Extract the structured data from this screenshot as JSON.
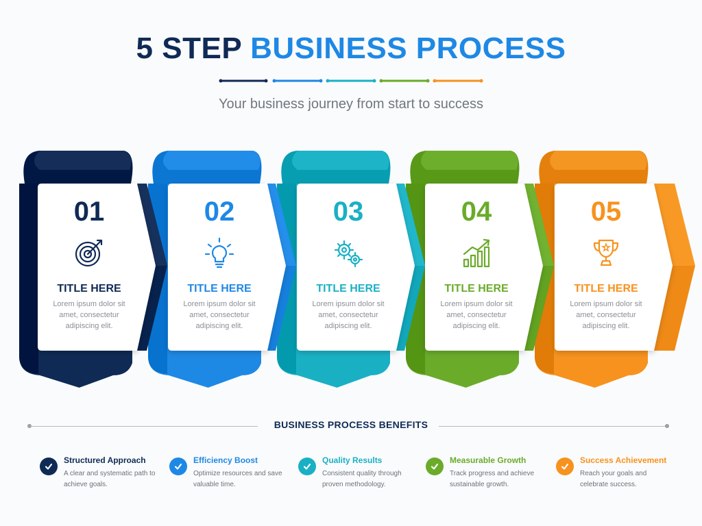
{
  "header": {
    "title_part1": "5 STEP",
    "title_part2": "BUSINESS PROCESS",
    "subtitle": "Your business journey from start to success"
  },
  "colors": {
    "navy": "#0f2a55",
    "blue": "#1e88e5",
    "teal": "#1ab0c4",
    "green": "#6aab2a",
    "orange": "#f7921e"
  },
  "steps": [
    {
      "number": "01",
      "title": "TITLE HERE",
      "text": "Lorem ipsum dolor sit amet, consectetur adipiscing elit.",
      "icon": "target-icon",
      "color": "#0f2a55"
    },
    {
      "number": "02",
      "title": "TITLE HERE",
      "text": "Lorem ipsum dolor sit amet, consectetur adipiscing elit.",
      "icon": "lightbulb-icon",
      "color": "#1e88e5"
    },
    {
      "number": "03",
      "title": "TITLE HERE",
      "text": "Lorem ipsum dolor sit amet, consectetur adipiscing elit.",
      "icon": "gears-icon",
      "color": "#1ab0c4"
    },
    {
      "number": "04",
      "title": "TITLE HERE",
      "text": "Lorem ipsum dolor sit amet, consectetur adipiscing elit.",
      "icon": "growth-chart-icon",
      "color": "#6aab2a"
    },
    {
      "number": "05",
      "title": "TITLE HERE",
      "text": "Lorem ipsum dolor sit amet, consectetur adipiscing elit.",
      "icon": "trophy-icon",
      "color": "#f7921e"
    }
  ],
  "benefits": {
    "heading": "BUSINESS PROCESS BENEFITS",
    "items": [
      {
        "title": "Structured Approach",
        "text": "A clear and systematic path to achieve goals.",
        "icon": "check-icon",
        "color": "#0f2a55"
      },
      {
        "title": "Efficiency Boost",
        "text": "Optimize resources and save valuable time.",
        "icon": "check-icon",
        "color": "#1e88e5"
      },
      {
        "title": "Quality Results",
        "text": "Consistent quality through proven methodology.",
        "icon": "check-icon",
        "color": "#1ab0c4"
      },
      {
        "title": "Measurable Growth",
        "text": "Track progress and achieve sustainable growth.",
        "icon": "check-icon",
        "color": "#6aab2a"
      },
      {
        "title": "Success Achievement",
        "text": "Reach your goals and celebrate success.",
        "icon": "check-icon",
        "color": "#f7921e"
      }
    ]
  }
}
